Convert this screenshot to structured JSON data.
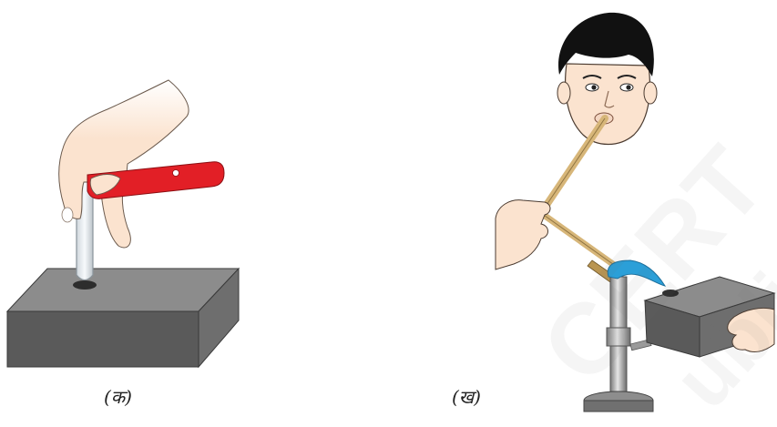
{
  "figure_a": {
    "caption": "(क)"
  },
  "figure_b": {
    "caption": "(ख)"
  },
  "watermark": {
    "line1": "CERT",
    "line2": "ublis"
  },
  "colors": {
    "block_top": "#8c8c8c",
    "block_front": "#5a5a5a",
    "block_side": "#6e6e6e",
    "handle_red": "#e21f26",
    "skin": "#fbe3cf",
    "tube_brass": "#d7b679",
    "flame_blue": "#2b9fd8",
    "hair": "#111111"
  }
}
